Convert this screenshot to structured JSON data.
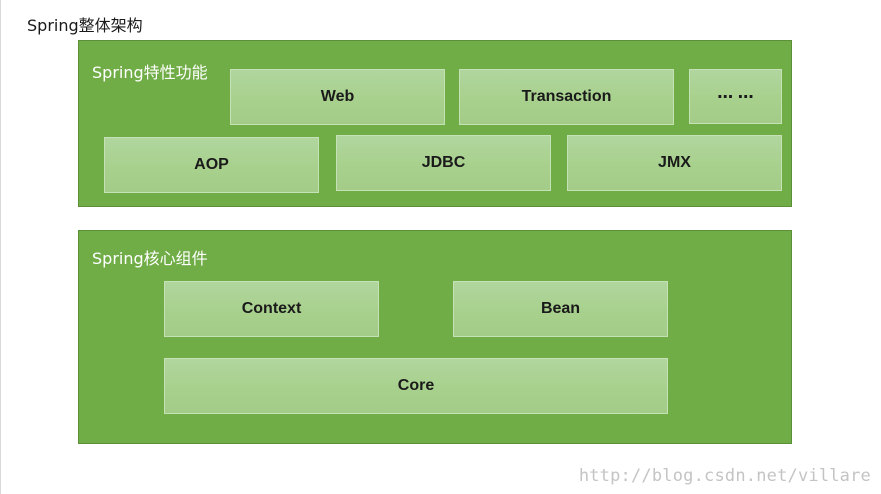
{
  "title": "Spring整体架构",
  "features": {
    "title": "Spring特性功能",
    "modules": {
      "web": "Web",
      "transaction": "Transaction",
      "more": "⋯ ⋯",
      "aop": "AOP",
      "jdbc": "JDBC",
      "jmx": "JMX"
    }
  },
  "core": {
    "title": "Spring核心组件",
    "modules": {
      "context": "Context",
      "bean": "Bean",
      "core": "Core"
    }
  },
  "watermark": "http://blog.csdn.net/villare",
  "colors": {
    "group_fill": "#70ad47",
    "box_fill": "#a9d18e",
    "group_title": "#ffffff",
    "watermark": "#c4c4c4"
  }
}
